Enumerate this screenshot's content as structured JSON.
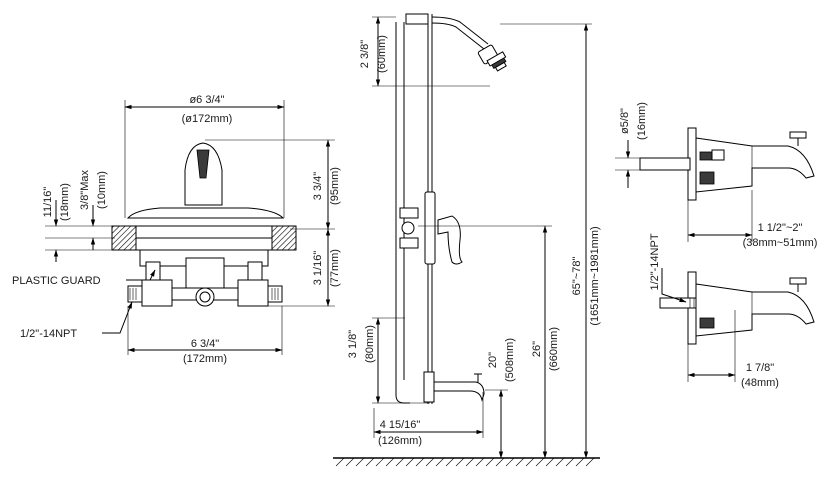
{
  "dimensions": {
    "valve_diameter": "ø6 3/4\"",
    "valve_diameter_mm": "(ø172mm)",
    "valve_handle_height": "3 3/4\"",
    "valve_handle_height_mm": "(95mm)",
    "valve_body_depth": "3 1/16\"",
    "valve_body_depth_mm": "(77mm)",
    "trim_thickness": "11/16\"",
    "trim_thickness_mm": "(18mm)",
    "wall_max": "3/8\"Max",
    "wall_max_mm": "(10mm)",
    "valve_width": "6 3/4\"",
    "valve_width_mm": "(172mm)",
    "arm_drop": "2 3/8\"",
    "arm_drop_mm": "(60mm)",
    "spout_to_elbow": "3 1/8\"",
    "spout_to_elbow_mm": "(80mm)",
    "spout_reach": "4 15/16\"",
    "spout_reach_mm": "(126mm)",
    "spout_height": "20\"",
    "spout_height_mm": "(508mm)",
    "valve_height": "26\"",
    "valve_height_mm": "(660mm)",
    "shower_height": "65\"~78\"",
    "shower_height_mm": "(1651mm~1981mm)",
    "spout_pipe_dia": "ø5/8\"",
    "spout_pipe_dia_mm": "(16mm)",
    "spout_insert_range": "1 1/2\"~2\"",
    "spout_insert_range_mm": "(38mm~51mm)",
    "spout_thread": "1/2\"-14NPT",
    "spout_insert": "1 7/8\"",
    "spout_insert_mm": "(48mm)"
  },
  "callouts": {
    "plastic_guard": "PLASTIC GUARD",
    "inlet_thread": "1/2\"-14NPT"
  },
  "icons": {
    "valve_section": "valve-section-icon",
    "shower_system": "shower-system-icon",
    "spout_slip": "spout-slip-fit-icon",
    "spout_threaded": "spout-threaded-icon"
  }
}
